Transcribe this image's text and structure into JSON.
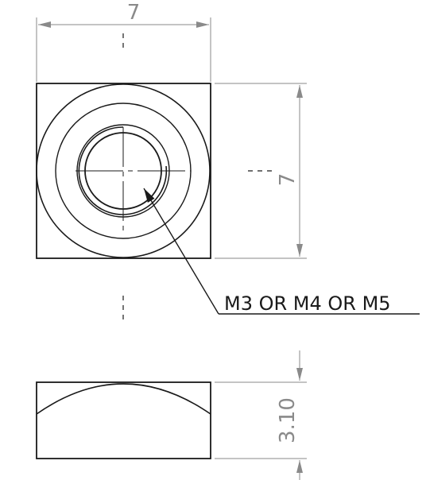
{
  "drawing": {
    "dimensions": {
      "top_width": "7",
      "right_height": "7",
      "side_thickness": "3.10"
    },
    "callout": {
      "text": "M3 OR M4 OR M5"
    },
    "colors": {
      "geometry": "#1a1a1a",
      "dimension": "#8a8a8a",
      "background": "#ffffff"
    }
  }
}
